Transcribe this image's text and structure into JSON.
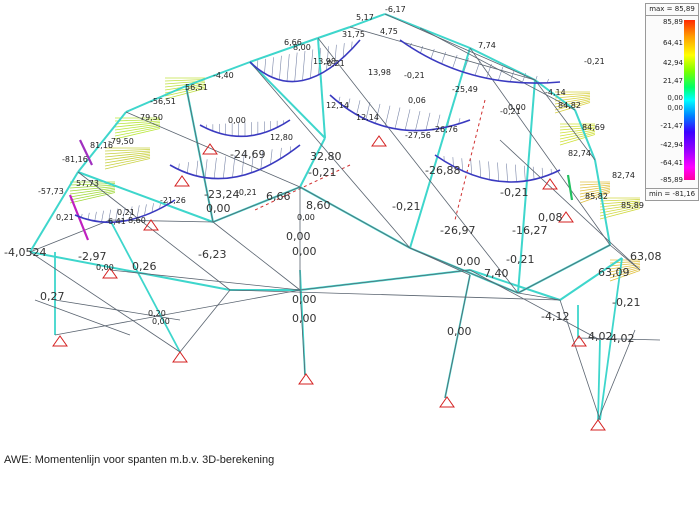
{
  "caption": "AWE: Momentenlijn voor spanten m.b.v. 3D-berekening",
  "legend": {
    "max_label": "max = 85,89",
    "min_label": "min = -81,16",
    "ticks": [
      "85,89",
      "64,41",
      "42,94",
      "21,47",
      "0,00",
      "0,00",
      "-21,47",
      "-42,94",
      "-64,41",
      "-85,89"
    ]
  },
  "colors": {
    "member": "#3ed6cc",
    "secondary": "#5a6470",
    "moment_line": "#3a3ac0",
    "hatch": "#7a86a8",
    "support": "#d42020",
    "dashed": "#d03030"
  },
  "values": [
    "5,17",
    "-6,17",
    "31,75",
    "4,75",
    "6,66",
    "8,00",
    "-0,21",
    "7,74",
    "13,98",
    "13,98",
    "-0,21",
    "-4,40",
    "56,51",
    "-56,51",
    "79,50",
    "-79,50",
    "81,16",
    "-81,16",
    "57,73",
    "-57,73",
    "12,14",
    "12,14",
    "-27,56",
    "-26,76",
    "-4,14",
    "84,82",
    "84,69",
    "82,74",
    "82,74",
    "85,82",
    "85,89",
    "32,80",
    "12,80",
    "-24,69",
    "-26,88",
    "-26,97",
    "-23,24",
    "-0,21",
    "0,00",
    "6,66",
    "8,60",
    "0,00",
    "0,00",
    "0,00",
    "0,00",
    "0,00",
    "-6,23",
    "-2,97",
    "-4,0524",
    "0,21",
    "0,26",
    "0,00",
    "0,27",
    "0,20",
    "0,00",
    "0,00",
    "7,40",
    "-0,21",
    "-4,12",
    "4,02",
    "4,02",
    "63,09",
    "63,08",
    "-0,21",
    "-0,21",
    "0,08",
    "-16,27",
    "-0,21",
    "0,21",
    "-21,26",
    "6,41",
    "8,60",
    "0,00",
    "-0,21",
    "0,00",
    "0,00",
    "-0,21",
    "-0,21",
    "0,06",
    "-25,49"
  ]
}
